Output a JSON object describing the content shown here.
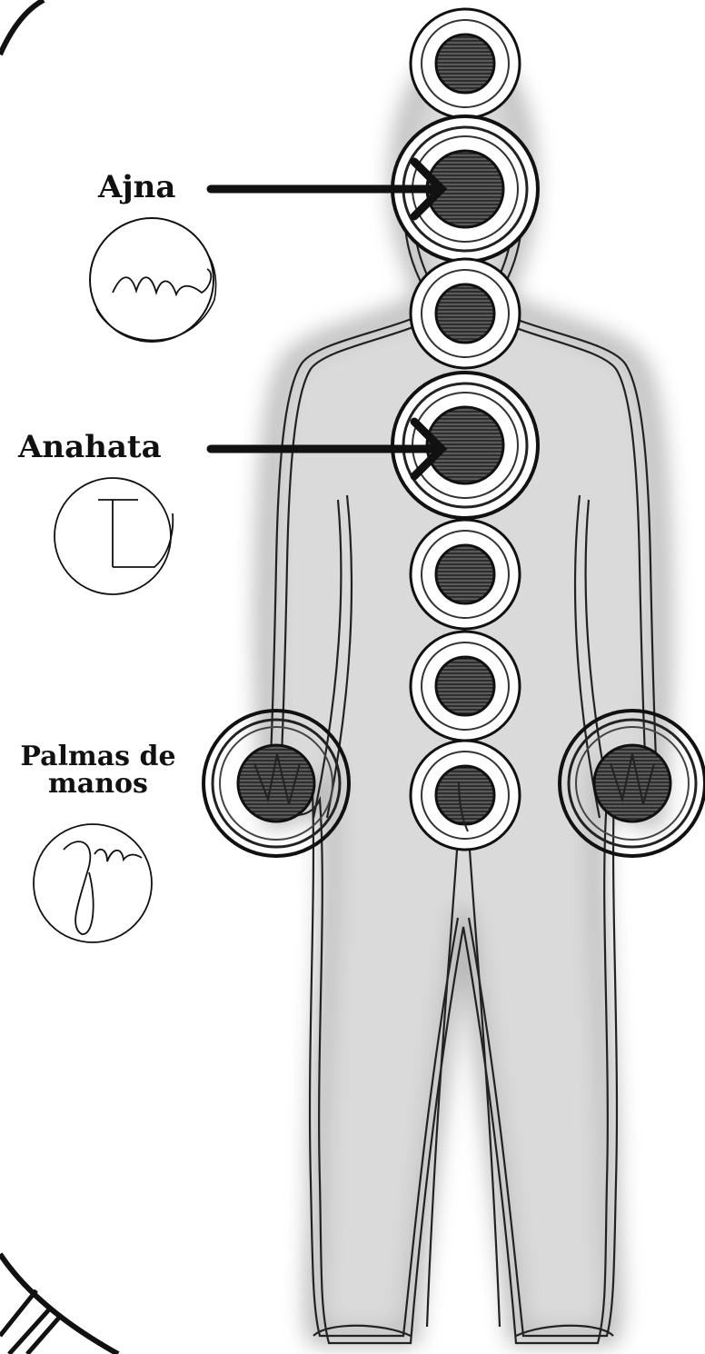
{
  "labels": {
    "ajna": "Ajna",
    "anahata": "Anahata",
    "palms": "Palmas de\nmanos"
  },
  "colors": {
    "ink": "#111111",
    "glow": "#9a9a9a",
    "chakra_fill": "#4a4a4a",
    "background": "#ffffff"
  },
  "icons": {
    "ajna_symbol": "wave-sigil-icon",
    "anahata_symbol": "d-sigil-icon",
    "palms_symbol": "loop-sigil-icon"
  }
}
